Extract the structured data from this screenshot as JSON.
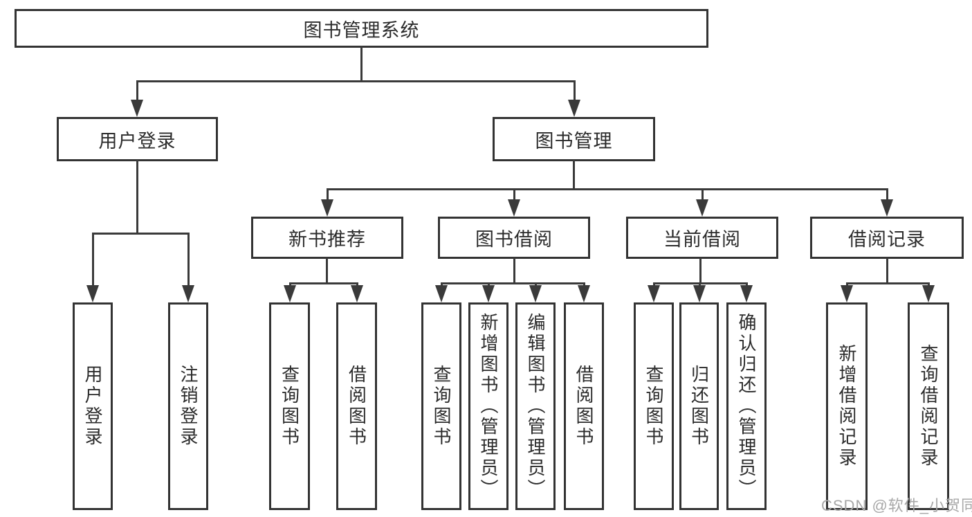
{
  "diagram": {
    "title": "图书管理系统",
    "level2": [
      {
        "label": "用户登录",
        "children": [
          {
            "label": "用户登录"
          },
          {
            "label": "注销登录"
          }
        ]
      },
      {
        "label": "图书管理",
        "children": [
          {
            "label": "新书推荐",
            "children": [
              {
                "label": "查询图书"
              },
              {
                "label": "借阅图书"
              }
            ]
          },
          {
            "label": "图书借阅",
            "children": [
              {
                "label": "查询图书"
              },
              {
                "label": "新增图书（管理员）"
              },
              {
                "label": "编辑图书（管理员）"
              },
              {
                "label": "借阅图书"
              }
            ]
          },
          {
            "label": "当前借阅",
            "children": [
              {
                "label": "查询图书"
              },
              {
                "label": "归还图书"
              },
              {
                "label": "确认归还（管理员）"
              }
            ]
          },
          {
            "label": "借阅记录",
            "children": [
              {
                "label": "新增借阅记录"
              },
              {
                "label": "查询借阅记录"
              }
            ]
          }
        ]
      }
    ]
  },
  "watermark": {
    "text": "CSDN @软件_小贺同学"
  },
  "colors": {
    "background": "#ffffff",
    "box_border": "#333333",
    "line": "#3a3a3a",
    "text": "#2b2b2b",
    "watermark": "#a8a8a8"
  }
}
